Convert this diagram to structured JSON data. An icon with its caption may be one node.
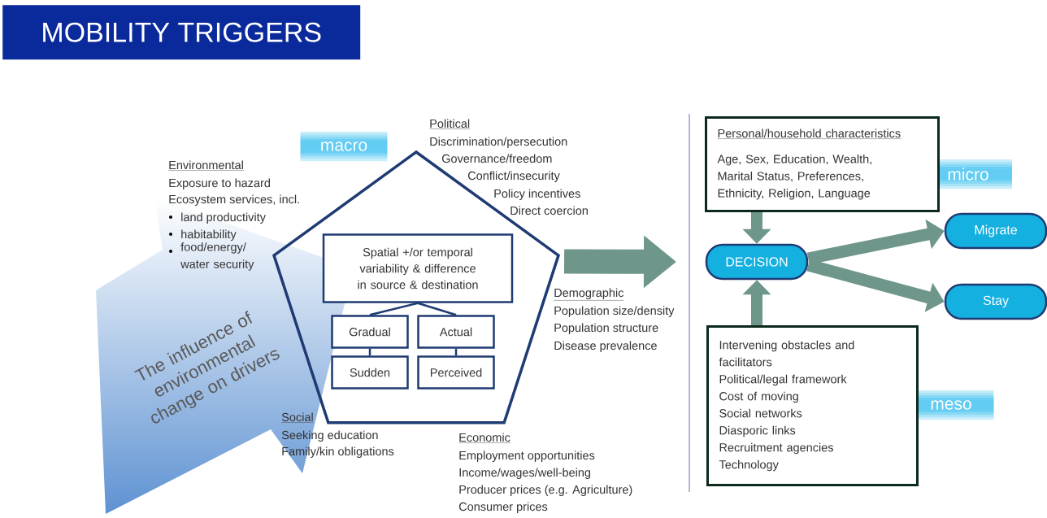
{
  "diagram": {
    "title": "MOBILITY TRIGGERS",
    "nodes": [
      {
        "text": [],
        "shape": "pentagon",
        "beside": [
          "macro"
        ]
      },
      {
        "text": [
          "Spatial +/or temporal variability & difference in source & destination"
        ],
        "in": 0
      },
      {
        "text": [
          "Gradual"
        ],
        "in": 0
      },
      {
        "text": [
          "Actual"
        ],
        "in": 0
      },
      {
        "text": [
          "Sudden"
        ],
        "in": 0
      },
      {
        "text": [
          "Perceived"
        ],
        "in": 0
      },
      {
        "text": [
          "The influence of environmental change on drivers"
        ]
      },
      {
        "text": [
          "Personal/household characteristics",
          "Age, Sex, Education, Wealth, Marital Status, Preferences, Ethnicity, Religion, Language"
        ],
        "beside": [
          "micro"
        ]
      },
      {
        "text": [
          "DECISION"
        ]
      },
      {
        "text": [
          "Migrate"
        ]
      },
      {
        "text": [
          "Stay"
        ]
      },
      {
        "text": [
          "Intervening obstacles and facilitators",
          "Political/legal framework",
          "Cost of moving",
          "Social networks",
          "Diasporic links",
          "Recruitment agencies",
          "Technology"
        ],
        "beside": [
          "meso"
        ]
      }
    ],
    "edges": [
      {
        "from": 0,
        "to": null,
        "arrow": "to",
        "style": "thick"
      },
      {
        "from": 1,
        "to": 2,
        "arrow": "none",
        "color": "#1f3b73"
      },
      {
        "from": 1,
        "to": 3,
        "arrow": "none",
        "color": "#1f3b73"
      },
      {
        "from": 2,
        "to": 4,
        "arrow": "none",
        "color": "#1f3b73"
      },
      {
        "from": 3,
        "to": 5,
        "arrow": "none",
        "color": "#1f3b73"
      },
      {
        "from": 7,
        "to": 8,
        "arrow": "to"
      },
      {
        "from": 11,
        "to": 8,
        "arrow": "to"
      },
      {
        "from": 8,
        "to": 9,
        "arrow": "to"
      },
      {
        "from": 8,
        "to": 10,
        "arrow": "to"
      }
    ],
    "labels": [
      "Political",
      "Discrimination/persecution",
      "Governance/freedom",
      "Conflict/insecurity",
      "Policy incentives",
      "Direct coercion",
      "Environmental",
      "Exposure to hazard",
      "Ecosystem services, incl.",
      "land productivity",
      "habitability",
      "food/energy/ water security",
      "Demographic",
      "Population size/density",
      "Population structure",
      "Disease prevalence",
      "Social",
      "Seeking education",
      "Family/kin obligations",
      "Economic",
      "Employment opportunities",
      "Income/wages/well-being",
      "Producer prices (e.g. Agriculture)",
      "Consumer prices"
    ]
  }
}
